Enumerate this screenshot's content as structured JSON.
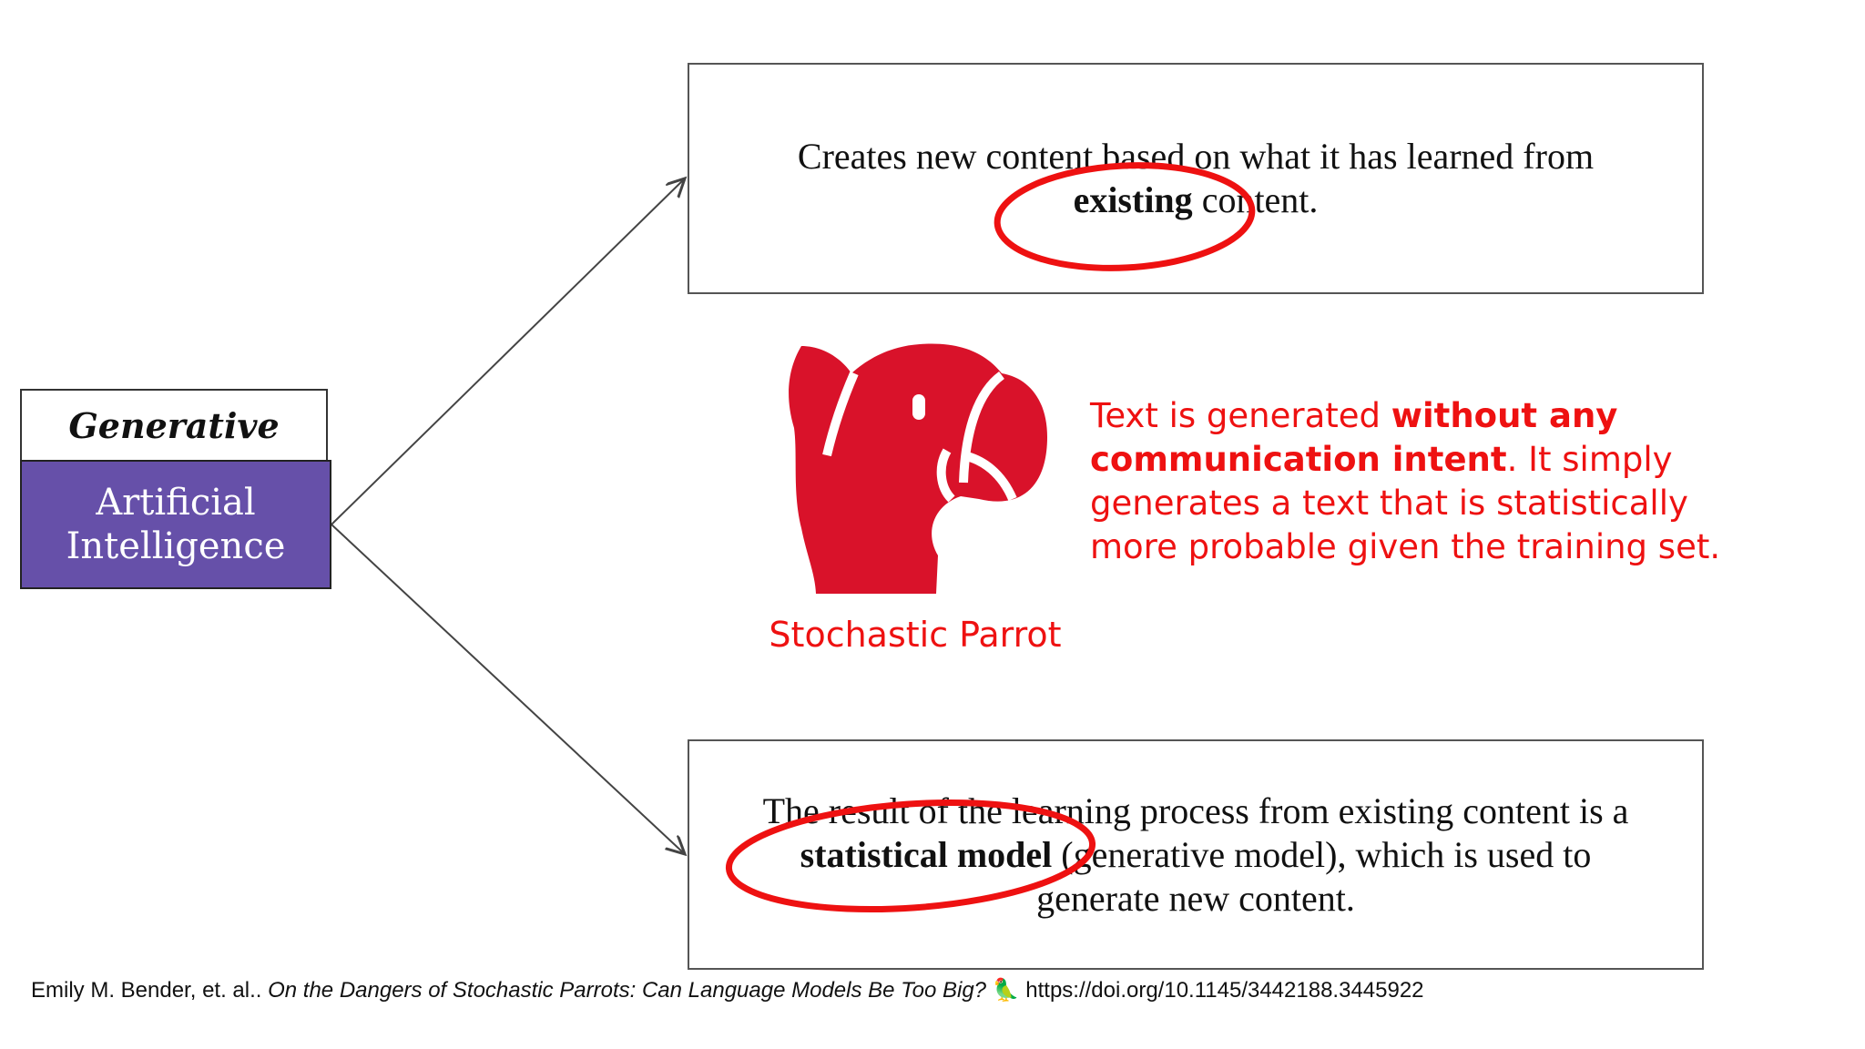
{
  "left_box": {
    "top_label": "Generative",
    "bottom_label_line1": "Artificial",
    "bottom_label_line2": "Intelligence"
  },
  "top_definition": {
    "line1": "Creates new content based on what it has learned from",
    "bold": "existing",
    "rest": " content."
  },
  "bottom_definition": {
    "line1": "The result of the learning process from existing content is a",
    "bold": "statistical model",
    "rest": " (generative model), which is used to",
    "line3": "generate new content."
  },
  "parrot": {
    "icon": "parrot-icon",
    "caption": "Stochastic Parrot"
  },
  "note": {
    "part1": "Text is generated ",
    "bold": "without any communication intent",
    "part2": ". It simply generates a text that is statistically more probable given the training set."
  },
  "citation": {
    "authors": "Emily M. Bender, et. al.. ",
    "title": "On the Dangers of Stochastic Parrots: Can Language Models Be Too Big?",
    "emoji": "🦜",
    "url": " https://doi.org/10.1145/3442188.3445922"
  },
  "colors": {
    "ai_box": "#6650a9",
    "annotation_red": "#ee1111",
    "parrot_red": "#d9122a"
  }
}
